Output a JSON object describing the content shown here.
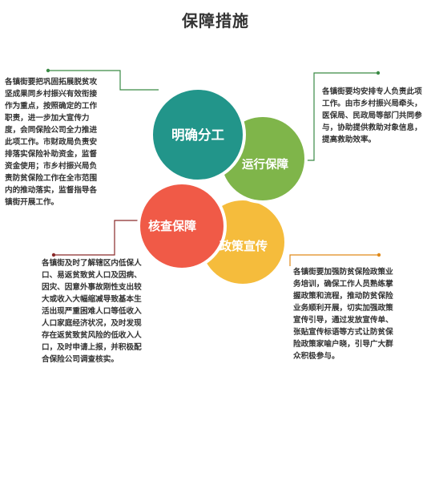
{
  "title": "保障措施",
  "sections": [
    {
      "label": "明确分工",
      "color": "#22958a",
      "desc": "各镇街要把巩固拓展脱贫攻坚成果同乡村振兴有效衔接作为重点，按照确定的工作职责，进一步加大宣传力度，会同保险公司全力推进此项工作。市财政局负责安排落实保险补助资金，监督资金使用；市乡村振兴局负责防贫保险工作在全市范围内的推动落实，监督指导各镇街开展工作。"
    },
    {
      "label": "运行保障",
      "color": "#7fb54a",
      "desc": "各镇街要均安排专人负责此项工作。由市乡村振兴局牵头，医保局、民政局等部门共同参与，协助提供救助对象信息，提高救助效率。"
    },
    {
      "label": "核查保障",
      "color": "#f05a47",
      "desc": "各镇街及时了解辖区内低保人口、易返贫致贫人口及因病、因灾、因意外事故刚性支出较大或收入大幅缩减导致基本生活出现严重困难人口等低收入人口家庭经济状况，及时发现存在返贫致贫风险的低收入人口，及时申请上报，并积极配合保险公司调查核实。"
    },
    {
      "label": "政策宣传",
      "color": "#f5bc3c",
      "desc": "各镇街要加强防贫保险政策业务培训，确保工作人员熟练掌握政策和流程，推动防贫保险业务顺利开展，切实加强政策宣传引导，通过发放宣传单、张贴宣传标语等方式让防贫保险政策家喻户晓，引导广大群众积极参与。"
    }
  ],
  "connector_colors": [
    "#3a8a45",
    "#3a8a45",
    "#8a2a2a",
    "#e08a1a"
  ]
}
